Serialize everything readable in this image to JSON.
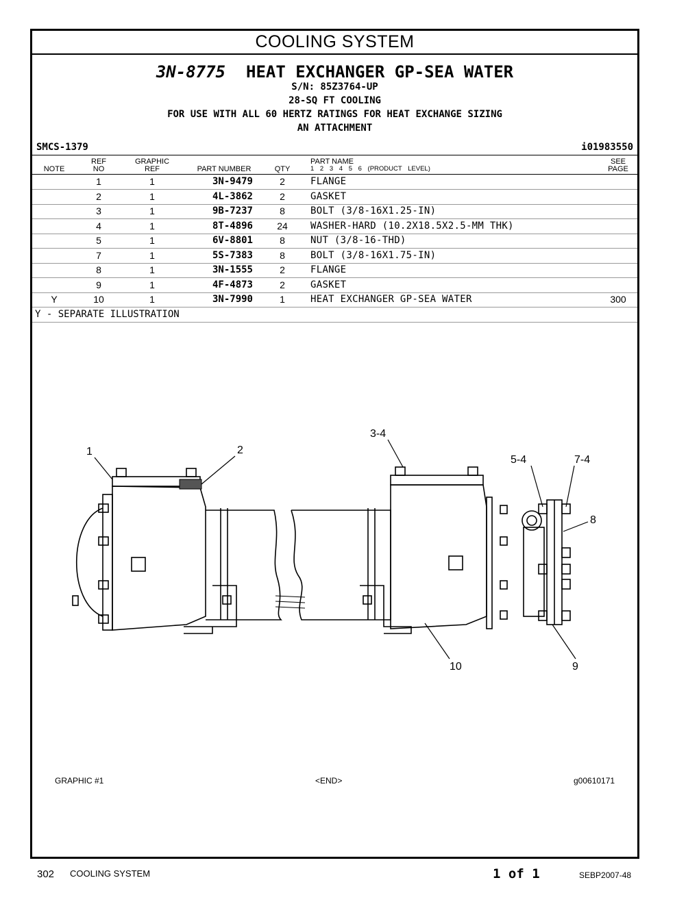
{
  "section_title": "COOLING SYSTEM",
  "group": {
    "part_number": "3N-8775",
    "name": "HEAT EXCHANGER GP-SEA WATER",
    "lines": [
      "S/N: 85Z3764-UP",
      "28-SQ FT COOLING",
      "FOR USE WITH ALL 60 HERTZ RATINGS FOR HEAT EXCHANGE SIZING",
      "AN ATTACHMENT"
    ]
  },
  "smcs": "SMCS-1379",
  "illustration_id": "i01983550",
  "columns": {
    "note": "NOTE",
    "ref_top": "REF",
    "ref_bottom": "NO",
    "graphic_top": "GRAPHIC",
    "graphic_bottom": "REF",
    "part_number": "PART NUMBER",
    "qty": "QTY",
    "part_name_top": "PART NAME",
    "part_name_bottom": "1 2 3 4 5 6 (PRODUCT LEVEL)",
    "see_top": "SEE",
    "see_bottom": "PAGE"
  },
  "parts": [
    {
      "note": "",
      "ref": "1",
      "graphic": "1",
      "part_number": "3N-9479",
      "qty": "2",
      "name": "FLANGE",
      "see": ""
    },
    {
      "note": "",
      "ref": "2",
      "graphic": "1",
      "part_number": "4L-3862",
      "qty": "2",
      "name": "GASKET",
      "see": ""
    },
    {
      "note": "",
      "ref": "3",
      "graphic": "1",
      "part_number": "9B-7237",
      "qty": "8",
      "name": "BOLT (3/8-16X1.25-IN)",
      "see": ""
    },
    {
      "note": "",
      "ref": "4",
      "graphic": "1",
      "part_number": "8T-4896",
      "qty": "24",
      "name": "WASHER-HARD (10.2X18.5X2.5-MM THK)",
      "see": ""
    },
    {
      "note": "",
      "ref": "5",
      "graphic": "1",
      "part_number": "6V-8801",
      "qty": "8",
      "name": "NUT (3/8-16-THD)",
      "see": ""
    },
    {
      "note": "",
      "ref": "7",
      "graphic": "1",
      "part_number": "5S-7383",
      "qty": "8",
      "name": "BOLT (3/8-16X1.75-IN)",
      "see": ""
    },
    {
      "note": "",
      "ref": "8",
      "graphic": "1",
      "part_number": "3N-1555",
      "qty": "2",
      "name": "FLANGE",
      "see": ""
    },
    {
      "note": "",
      "ref": "9",
      "graphic": "1",
      "part_number": "4F-4873",
      "qty": "2",
      "name": "GASKET",
      "see": ""
    },
    {
      "note": "Y",
      "ref": "10",
      "graphic": "1",
      "part_number": "3N-7990",
      "qty": "1",
      "name": "HEAT EXCHANGER GP-SEA WATER",
      "see": "300"
    }
  ],
  "legend_note": "Y - SEPARATE ILLUSTRATION",
  "callouts": [
    "1",
    "2",
    "3-4",
    "5-4",
    "7-4",
    "8",
    "9",
    "10"
  ],
  "graphic_footer": {
    "left": "GRAPHIC #1",
    "center": "<END>",
    "right": "g00610171"
  },
  "page_footer": {
    "page": "302",
    "section": "COOLING SYSTEM",
    "pager": "1 of 1",
    "doc": "SEBP2007-48"
  }
}
